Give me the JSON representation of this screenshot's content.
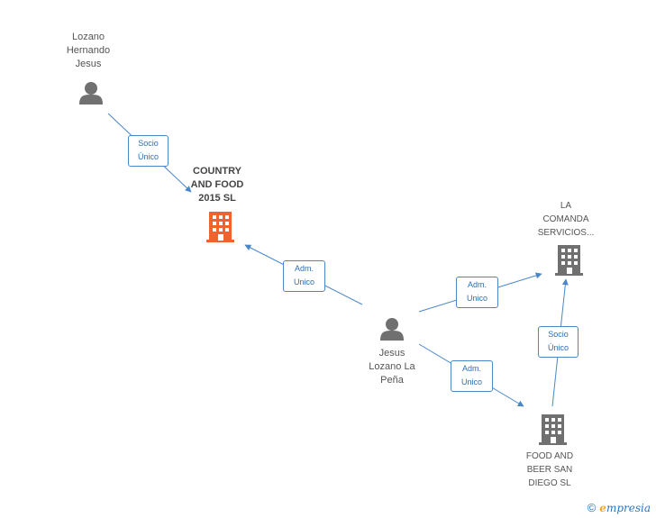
{
  "nodes": {
    "lozano_hernando": {
      "label": "Lozano\nHernando\nJesus",
      "type": "person"
    },
    "country_food": {
      "label": "COUNTRY\nAND FOOD\n2015  SL",
      "type": "company-main"
    },
    "la_comanda": {
      "label": "LA\nCOMANDA\nSERVICIOS...",
      "type": "company"
    },
    "jesus_lozano": {
      "label": "Jesus\nLozano La\nPeña",
      "type": "person"
    },
    "food_beer": {
      "label": "FOOD AND\nBEER SAN\nDIEGO SL",
      "type": "company"
    }
  },
  "edges": {
    "e1": {
      "label": "Socio\nÚnico"
    },
    "e2": {
      "label": "Adm.\nUnico"
    },
    "e3": {
      "label": "Adm.\nUnico"
    },
    "e4": {
      "label": "Adm.\nUnico"
    },
    "e5": {
      "label": "Socio\nÚnico"
    }
  },
  "colors": {
    "edge": "#4a86c8",
    "person_icon": "#707070",
    "company_icon": "#707070",
    "main_company_icon": "#f0622f"
  },
  "footer": {
    "copyright": "©",
    "brand_initial": "e",
    "brand_rest": "mpresia"
  }
}
